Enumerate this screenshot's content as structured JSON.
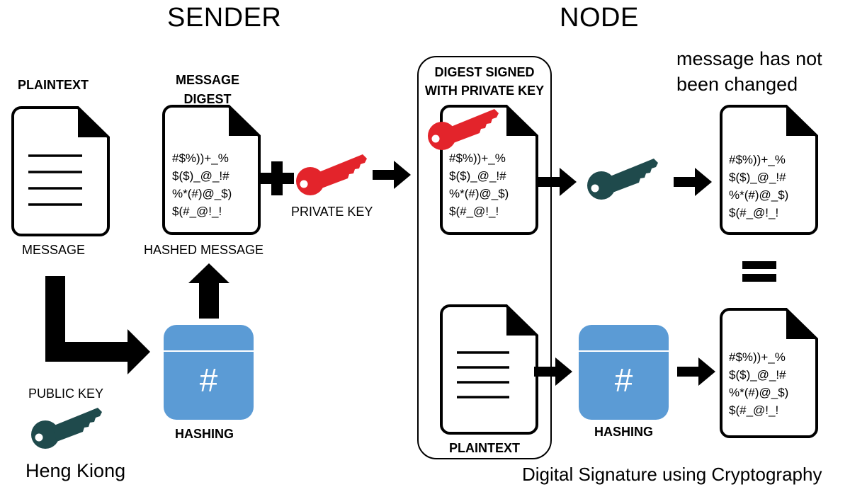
{
  "sections": {
    "sender": "SENDER",
    "node": "NODE"
  },
  "labels": {
    "plaintext_top": "PLAINTEXT",
    "message_digest": [
      "MESSAGE",
      "DIGEST"
    ],
    "digest_signed": [
      "DIGEST SIGNED",
      "WITH PRIVATE KEY"
    ],
    "message_not_changed": [
      "message has not",
      "been changed"
    ],
    "message": "MESSAGE",
    "hashed_message": "HASHED MESSAGE",
    "private_key": "PRIVATE KEY",
    "public_key": "PUBLIC KEY",
    "hashing_sender": "HASHING",
    "hashing_node": "HASHING",
    "plaintext_node": "PLAINTEXT",
    "hash_symbol": "#",
    "equals": "="
  },
  "hash_lines": [
    "#$%))+_%",
    "$($)_@_!#",
    "%*(#)@_$)",
    "$(#_@!_!"
  ],
  "footer": {
    "author": "Heng Kiong",
    "caption": "Digital Signature using Cryptography"
  },
  "colors": {
    "private_key": "#e3242b",
    "public_key": "#1f4a4c",
    "hashing_box": "#5b9bd5"
  },
  "icons": [
    "document-icon",
    "private-key-icon",
    "public-key-icon",
    "hashing-box-icon",
    "plus-icon",
    "arrow-icon",
    "equals-icon"
  ]
}
